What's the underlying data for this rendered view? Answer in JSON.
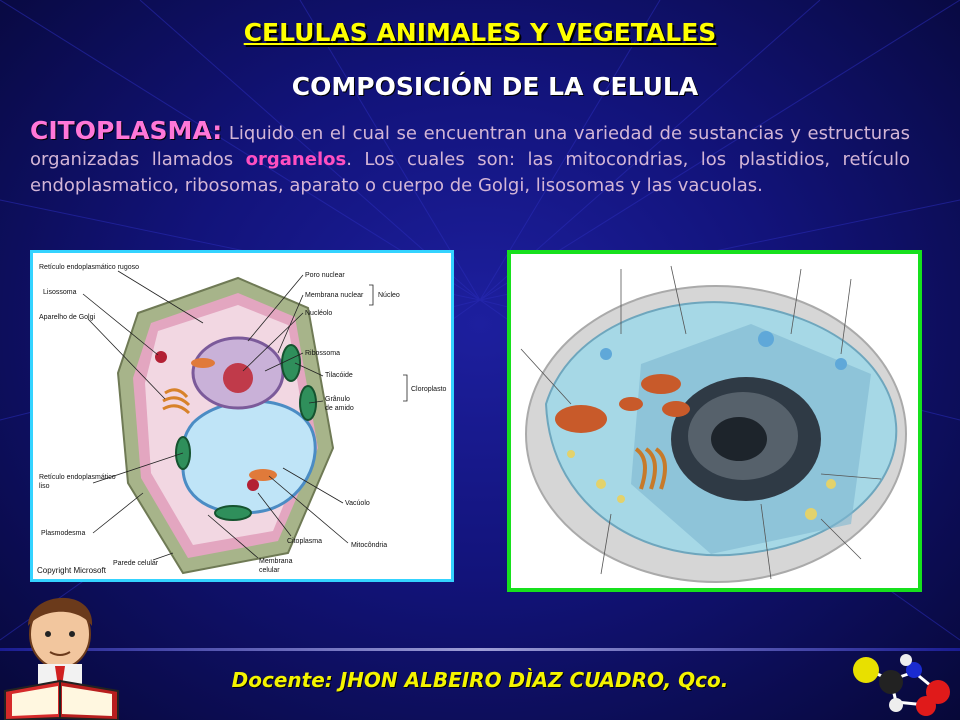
{
  "slide": {
    "title": "CELULAS ANIMALES Y VEGETALES",
    "subtitle": "COMPOSICIÓN DE LA CELULA",
    "paragraph": {
      "term": "CITOPLASMA:",
      "text_before": " Liquido en el cual se encuentran una variedad de sustancias y estructuras organizadas llamados ",
      "highlight": "organelos",
      "text_after": ". Los cuales son: las mitocondrias, los plastidios, retículo endoplasmatico, ribosomas, aparato o cuerpo de Golgi, lisosomas y las vacuolas."
    },
    "plant_cell_labels": {
      "rer": "Retículo endoplasmático rugoso",
      "lisossoma": "Lisossoma",
      "golgi": "Aparelho de Golgi",
      "poro": "Poro nuclear",
      "membrana_nuclear": "Membrana nuclear",
      "nucleo": "Núcleo",
      "nucleolo": "Nucléolo",
      "ribossoma": "Ribossoma",
      "tilacoide": "Tilacóide",
      "cloroplasto": "Cloroplasto",
      "granulo": "Grânulo",
      "granulo2": "de amido",
      "rel": "Retículo endoplasmático",
      "rel2": "liso",
      "vacuolo": "Vacúolo",
      "plasmodesma": "Plasmodesma",
      "citoplasma": "Citoplasma",
      "mitocondria": "Mitocôndria",
      "parede": "Parede celular",
      "membrana": "Membrana",
      "membrana2": "celular",
      "copyright": "Copyright Microsoft"
    },
    "footer": "Docente: JHON ALBEIRO DÌAZ CUADRO, Qco.",
    "colors": {
      "title": "#ffff00",
      "term": "#ff77d8",
      "left_frame": "#34d3ff",
      "right_frame": "#17e01d"
    }
  }
}
